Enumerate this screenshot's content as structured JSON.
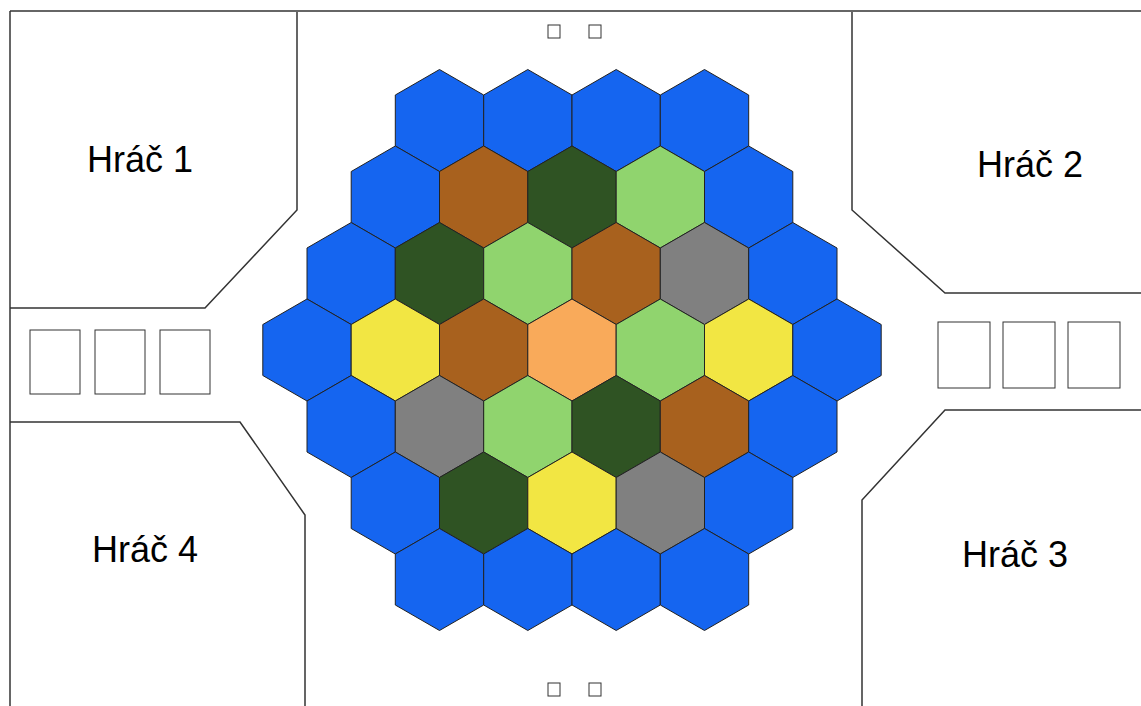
{
  "diagram": {
    "nodes": [
      {
        "text": [
          "Hráč 1"
        ]
      },
      {
        "text": [
          "Hráč 2"
        ]
      },
      {
        "text": [
          "Hráč 4"
        ]
      },
      {
        "text": [
          "Hráč 3"
        ]
      }
    ]
  }
}
